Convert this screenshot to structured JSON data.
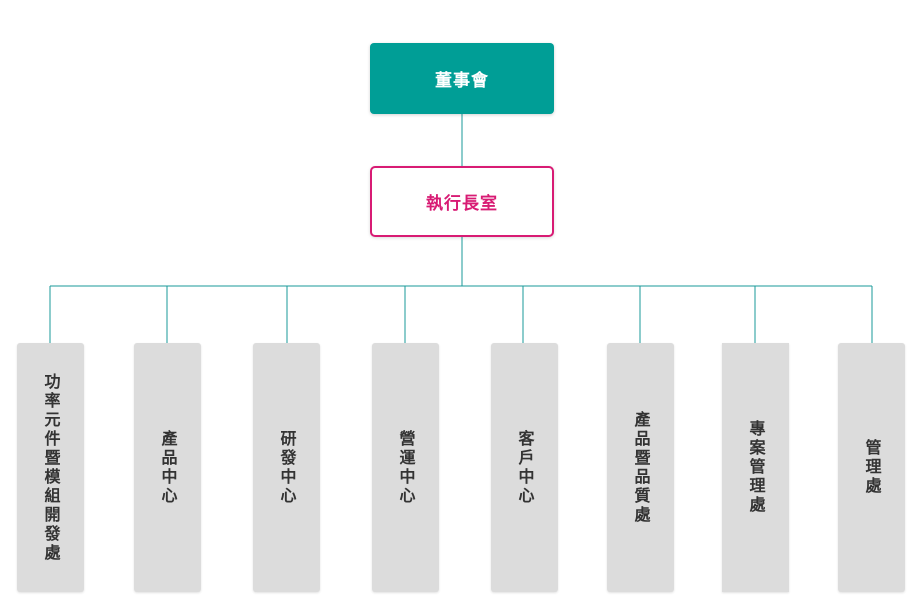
{
  "board": {
    "label": "董事會"
  },
  "ceo_office": {
    "label": "執行長室"
  },
  "departments": [
    {
      "label": "功率元件暨模組開發處"
    },
    {
      "label": "產品中心"
    },
    {
      "label": "研發中心"
    },
    {
      "label": "營運中心"
    },
    {
      "label": "客戶中心"
    },
    {
      "label": "產品暨品質處"
    },
    {
      "label": "專案管理處"
    },
    {
      "label": "管理處"
    }
  ],
  "colors": {
    "board_fill": "#009e96",
    "ceo_border": "#d81b74",
    "connector": "#1a9a9a",
    "department_fill": "#dcdcdc"
  }
}
